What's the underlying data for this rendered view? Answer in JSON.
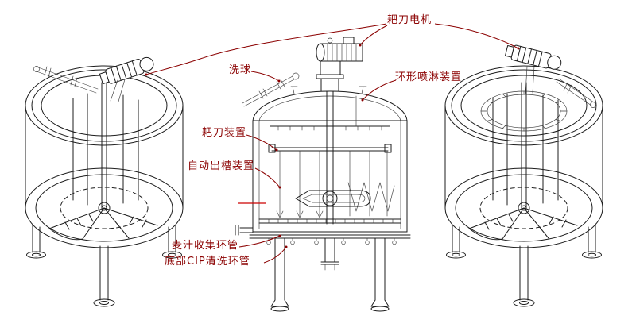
{
  "drawing": {
    "title": "lauter-tun-equipment-drawing",
    "background": "#ffffff",
    "line_color": "#1c1c1c",
    "label_color": "#8B0000",
    "accent_color": "#cc0000",
    "views": {
      "left": "left-isometric-view",
      "center": "front-section-view",
      "right": "right-isometric-view"
    },
    "annotations": {
      "rake_motor": "耙刀电机",
      "spray_ball": "洗球",
      "ring_spray_device": "环形喷淋装置",
      "rake_device": "耙刀装置",
      "auto_discharge_device": "自动出槽装置",
      "wort_collection_ring": "麦汁收集环管",
      "bottom_cip_ring": "底部CIP清洗环管"
    }
  }
}
